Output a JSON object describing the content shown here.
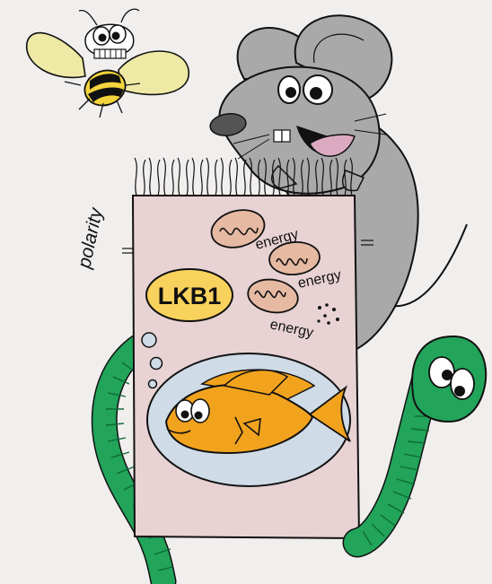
{
  "labels": {
    "polarity": "polarity",
    "lkb1": "LKB1",
    "energy_1": "energy",
    "energy_2": "energy",
    "energy_3": "energy"
  },
  "colors": {
    "background": "#f1efee",
    "cell": "#e8d2d4",
    "lkb1_blob": "#f8d25c",
    "mitochondria": "#e6b9a2",
    "mouse": "#a9a9aa",
    "worm": "#22a45a",
    "fish": "#f2a31e",
    "fish_bowl": "#cfdbe6",
    "bee_wings": "#eeeaa6",
    "bee_body": "#f3d43c"
  }
}
